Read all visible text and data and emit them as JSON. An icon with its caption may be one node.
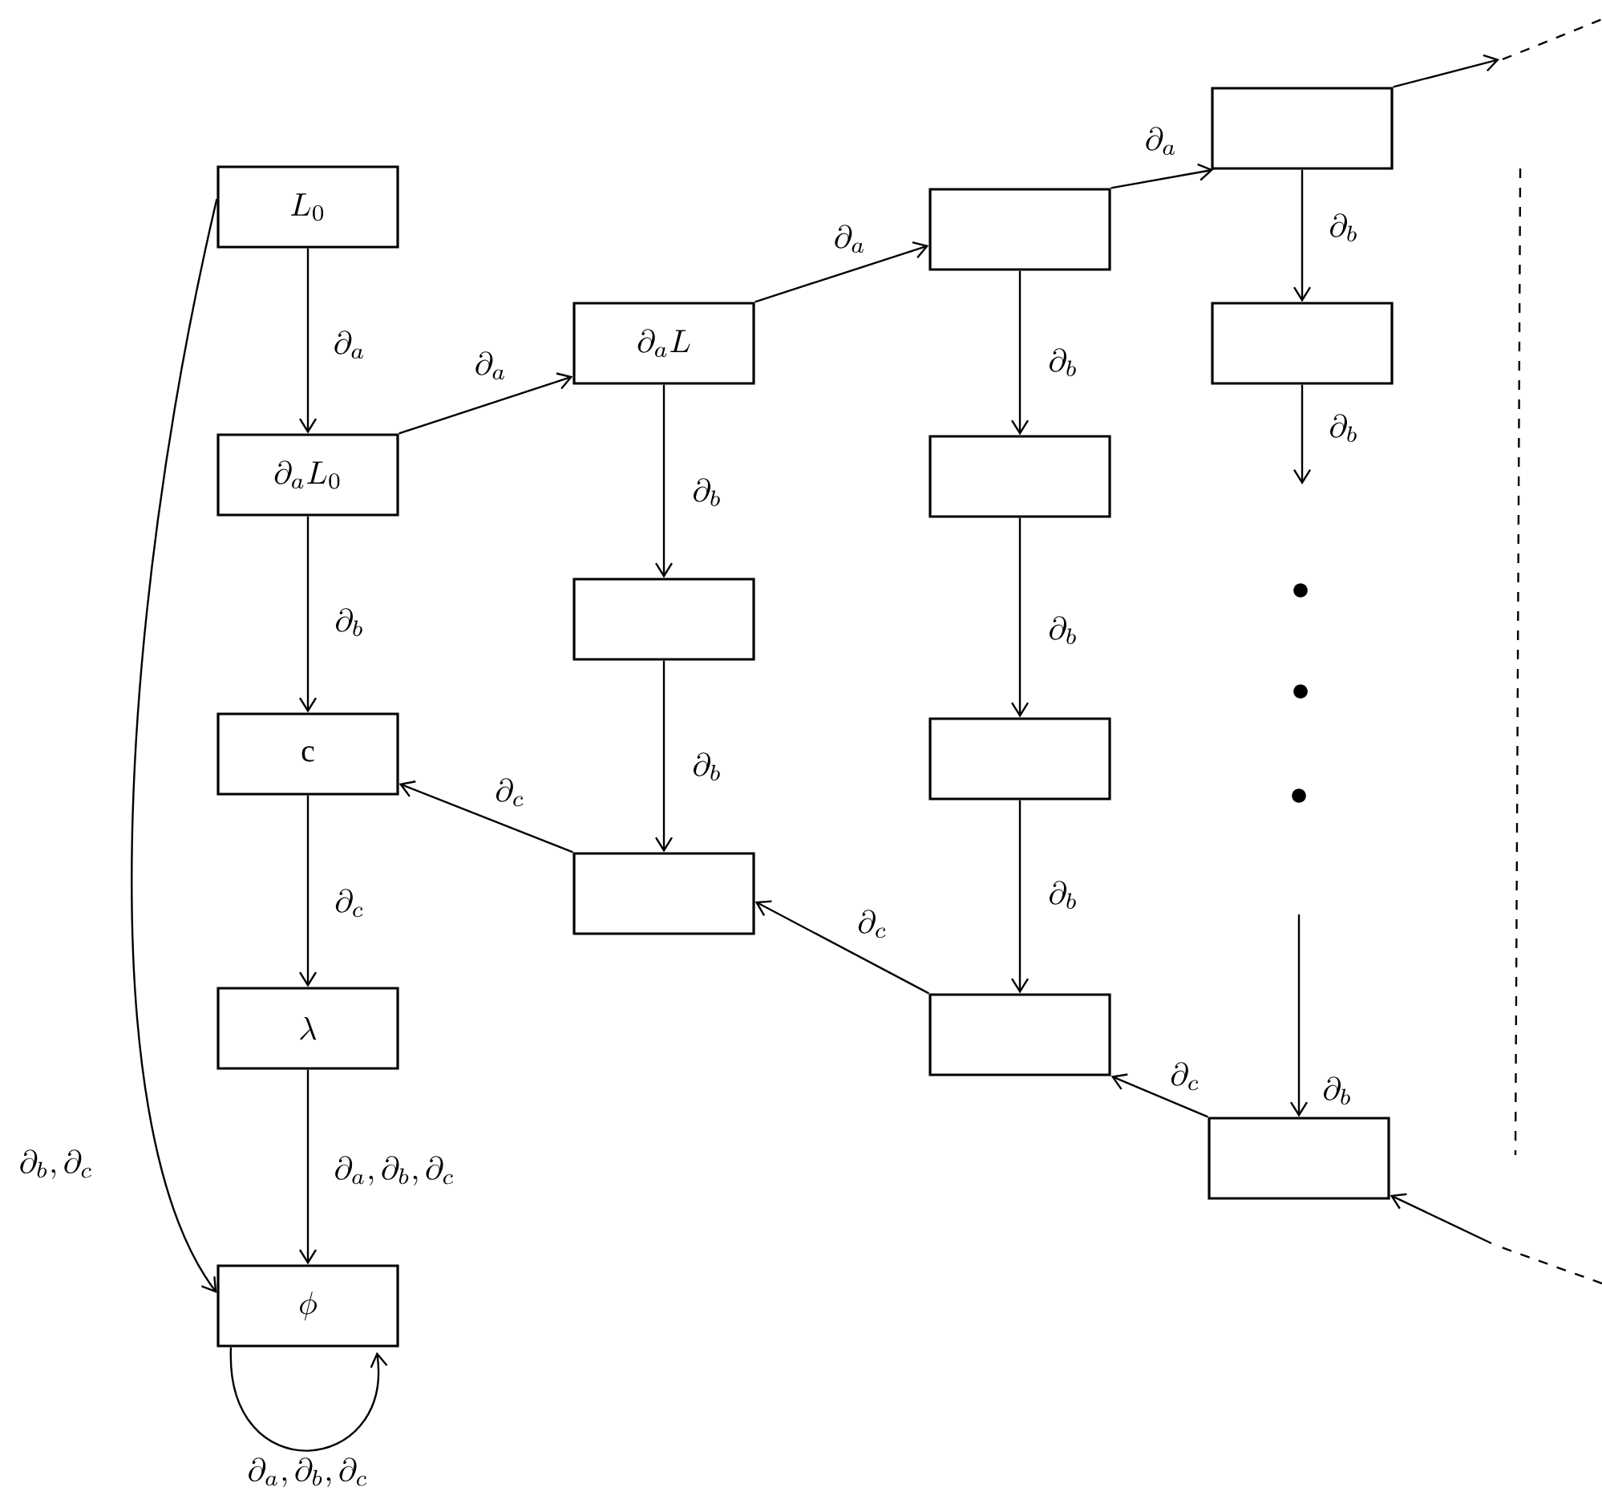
{
  "diagram": {
    "nodes": [
      {
        "text": [
          "L_0"
        ]
      },
      {
        "text": [
          "\\partial_a L_0"
        ]
      },
      {
        "text": [
          "\\mathrm{c}"
        ]
      },
      {
        "text": [
          "\\lambda"
        ]
      },
      {
        "text": [
          "\\phi"
        ]
      },
      {
        "text": [
          "\\partial_a L"
        ]
      },
      {
        "text": [],
        "shape": "box"
      },
      {
        "text": [],
        "shape": "box"
      },
      {
        "text": [],
        "shape": "box"
      },
      {
        "text": [],
        "shape": "box"
      },
      {
        "text": [],
        "shape": "box"
      },
      {
        "text": [],
        "shape": "box"
      },
      {
        "text": [],
        "shape": "box"
      },
      {
        "text": [],
        "shape": "box"
      },
      {
        "text": [],
        "shape": "box"
      }
    ],
    "edges": [
      {
        "from": 0,
        "to": 1,
        "arrow": "to",
        "label": "\\partial_a"
      },
      {
        "from": 1,
        "to": 2,
        "arrow": "to",
        "label": "\\partial_b"
      },
      {
        "from": 2,
        "to": 3,
        "arrow": "to",
        "label": "\\partial_c"
      },
      {
        "from": 3,
        "to": 4,
        "arrow": "to",
        "label": "\\partial_a, \\partial_b, \\partial_c"
      },
      {
        "from": 0,
        "to": 4,
        "arrow": "to",
        "label": "\\partial_b, \\partial_c"
      },
      {
        "from": 4,
        "to": 4,
        "arrow": "to",
        "label": "\\partial_a, \\partial_b, \\partial_c"
      },
      {
        "from": 1,
        "to": 5,
        "arrow": "to",
        "label": "\\partial_a"
      },
      {
        "from": 5,
        "to": 6,
        "arrow": "to",
        "label": "\\partial_b"
      },
      {
        "from": 6,
        "to": 7,
        "arrow": "to",
        "label": "\\partial_b"
      },
      {
        "from": 7,
        "to": 2,
        "arrow": "to",
        "label": "\\partial_c"
      },
      {
        "from": 5,
        "to": 8,
        "arrow": "to",
        "label": "\\partial_a"
      },
      {
        "from": 8,
        "to": 9,
        "arrow": "to",
        "label": "\\partial_b"
      },
      {
        "from": 9,
        "to": 10,
        "arrow": "to",
        "label": "\\partial_b"
      },
      {
        "from": 10,
        "to": 11,
        "arrow": "to",
        "label": "\\partial_b"
      },
      {
        "from": 11,
        "to": 7,
        "arrow": "to",
        "label": "\\partial_c"
      },
      {
        "from": 8,
        "to": 12,
        "arrow": "to",
        "label": "\\partial_a"
      },
      {
        "from": 12,
        "to": 13,
        "arrow": "to",
        "label": "\\partial_b"
      },
      {
        "from": 13,
        "to": null,
        "arrow": "to",
        "label": "\\partial_b"
      },
      {
        "from": null,
        "to": 14,
        "arrow": "to",
        "label": "\\partial_b"
      },
      {
        "from": 14,
        "to": 11,
        "arrow": "to",
        "label": "\\partial_c"
      },
      {
        "from": 12,
        "to": null,
        "arrow": "to"
      },
      {
        "from": null,
        "to": 14,
        "arrow": "to"
      }
    ]
  }
}
